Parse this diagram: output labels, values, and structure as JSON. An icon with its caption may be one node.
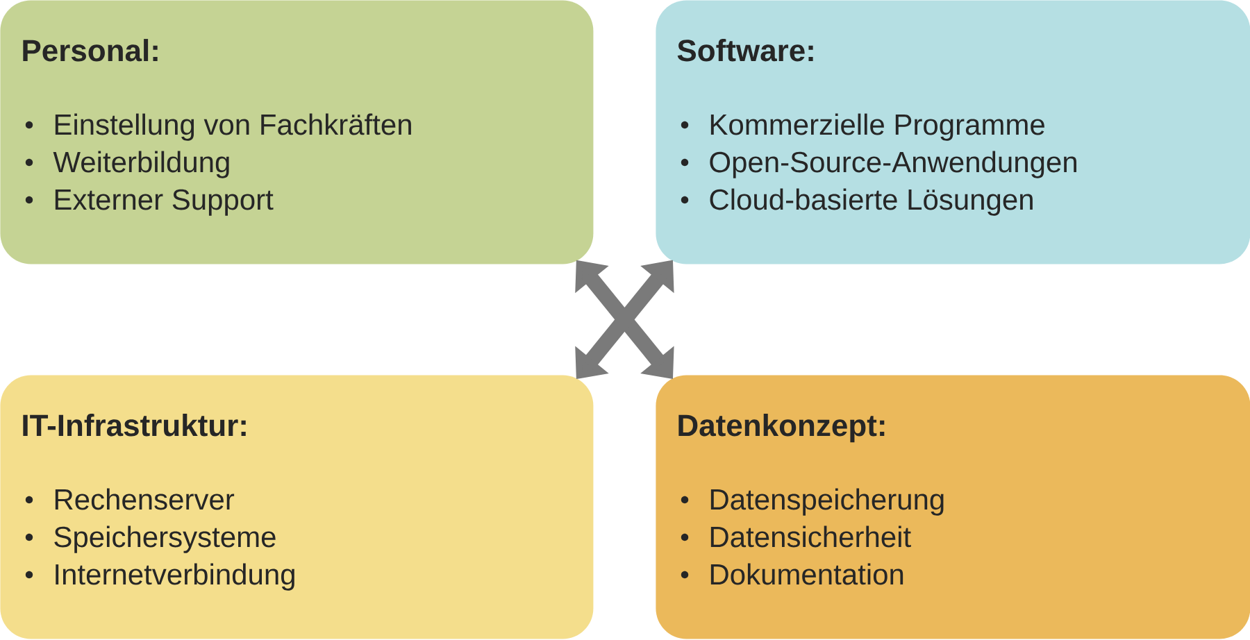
{
  "diagram": {
    "nodes": [
      {
        "text": [
          "Personal:",
          "Einstellung von Fachkräften",
          "Weiterbildung",
          "Externer Support"
        ]
      },
      {
        "text": [
          "Software:",
          "Kommerzielle Programme",
          "Open-Source-Anwendungen",
          "Cloud-basierte Lösungen"
        ]
      },
      {
        "text": [
          "IT-Infrastruktur:",
          "Rechenserver",
          "Speichersysteme",
          "Internetverbindung"
        ]
      },
      {
        "text": [
          "Datenkonzept:",
          "Datenspeicherung",
          "Datensicherheit",
          "Dokumentation"
        ]
      }
    ],
    "edges": [
      {
        "from": 0,
        "to": 3,
        "arrow": "both"
      },
      {
        "from": 1,
        "to": 2,
        "arrow": "both"
      }
    ]
  }
}
